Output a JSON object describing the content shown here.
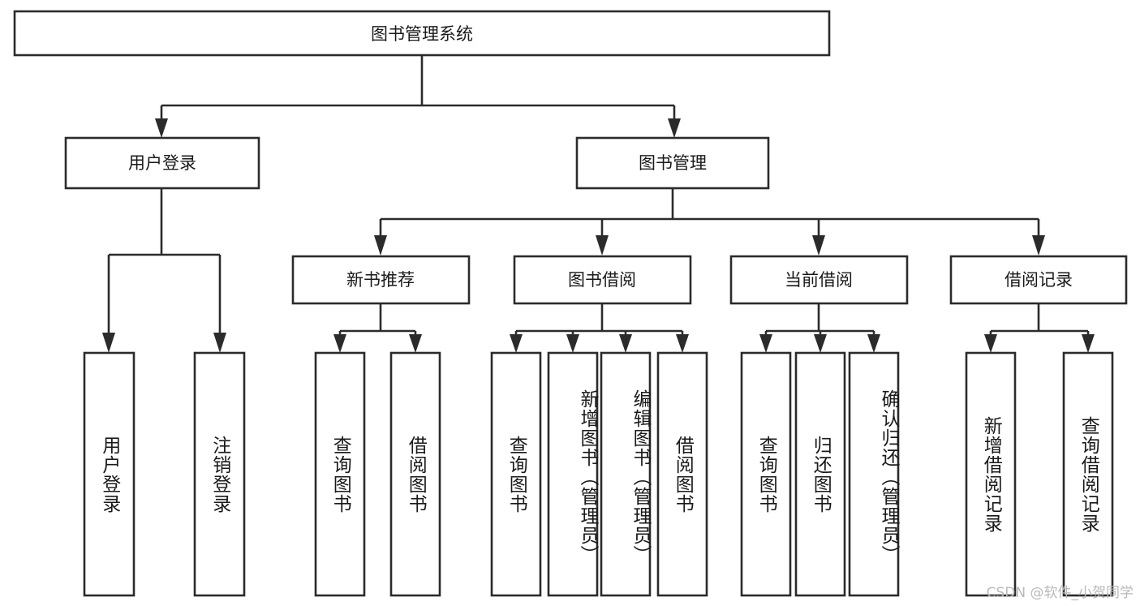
{
  "diagram": {
    "title": "图书管理系统",
    "type": "hierarchy-tree",
    "watermark": "CSDN @软件_小贺同学",
    "levels": {
      "root": {
        "label": "图书管理系统"
      },
      "level2": [
        {
          "label": "用户登录"
        },
        {
          "label": "图书管理"
        }
      ],
      "level3": [
        {
          "label": "新书推荐"
        },
        {
          "label": "图书借阅"
        },
        {
          "label": "当前借阅"
        },
        {
          "label": "借阅记录"
        }
      ],
      "leaves": [
        {
          "label": "用户登录",
          "parent": "用户登录"
        },
        {
          "label": "注销登录",
          "parent": "用户登录"
        },
        {
          "label": "查询图书",
          "parent": "新书推荐"
        },
        {
          "label": "借阅图书",
          "parent": "新书推荐"
        },
        {
          "label": "查询图书",
          "parent": "图书借阅"
        },
        {
          "label": "新增图书（管理员）",
          "parent": "图书借阅"
        },
        {
          "label": "编辑图书（管理员）",
          "parent": "图书借阅"
        },
        {
          "label": "借阅图书",
          "parent": "图书借阅"
        },
        {
          "label": "查询图书",
          "parent": "当前借阅"
        },
        {
          "label": "归还图书",
          "parent": "当前借阅"
        },
        {
          "label": "确认归还（管理员）",
          "parent": "当前借阅"
        },
        {
          "label": "新增借阅记录",
          "parent": "借阅记录"
        },
        {
          "label": "查询借阅记录",
          "parent": "借阅记录"
        }
      ]
    },
    "colors": {
      "stroke": "#2b2b2b",
      "fill": "#ffffff",
      "text": "#1a1a1a",
      "watermark": "#b9b9b9"
    }
  }
}
